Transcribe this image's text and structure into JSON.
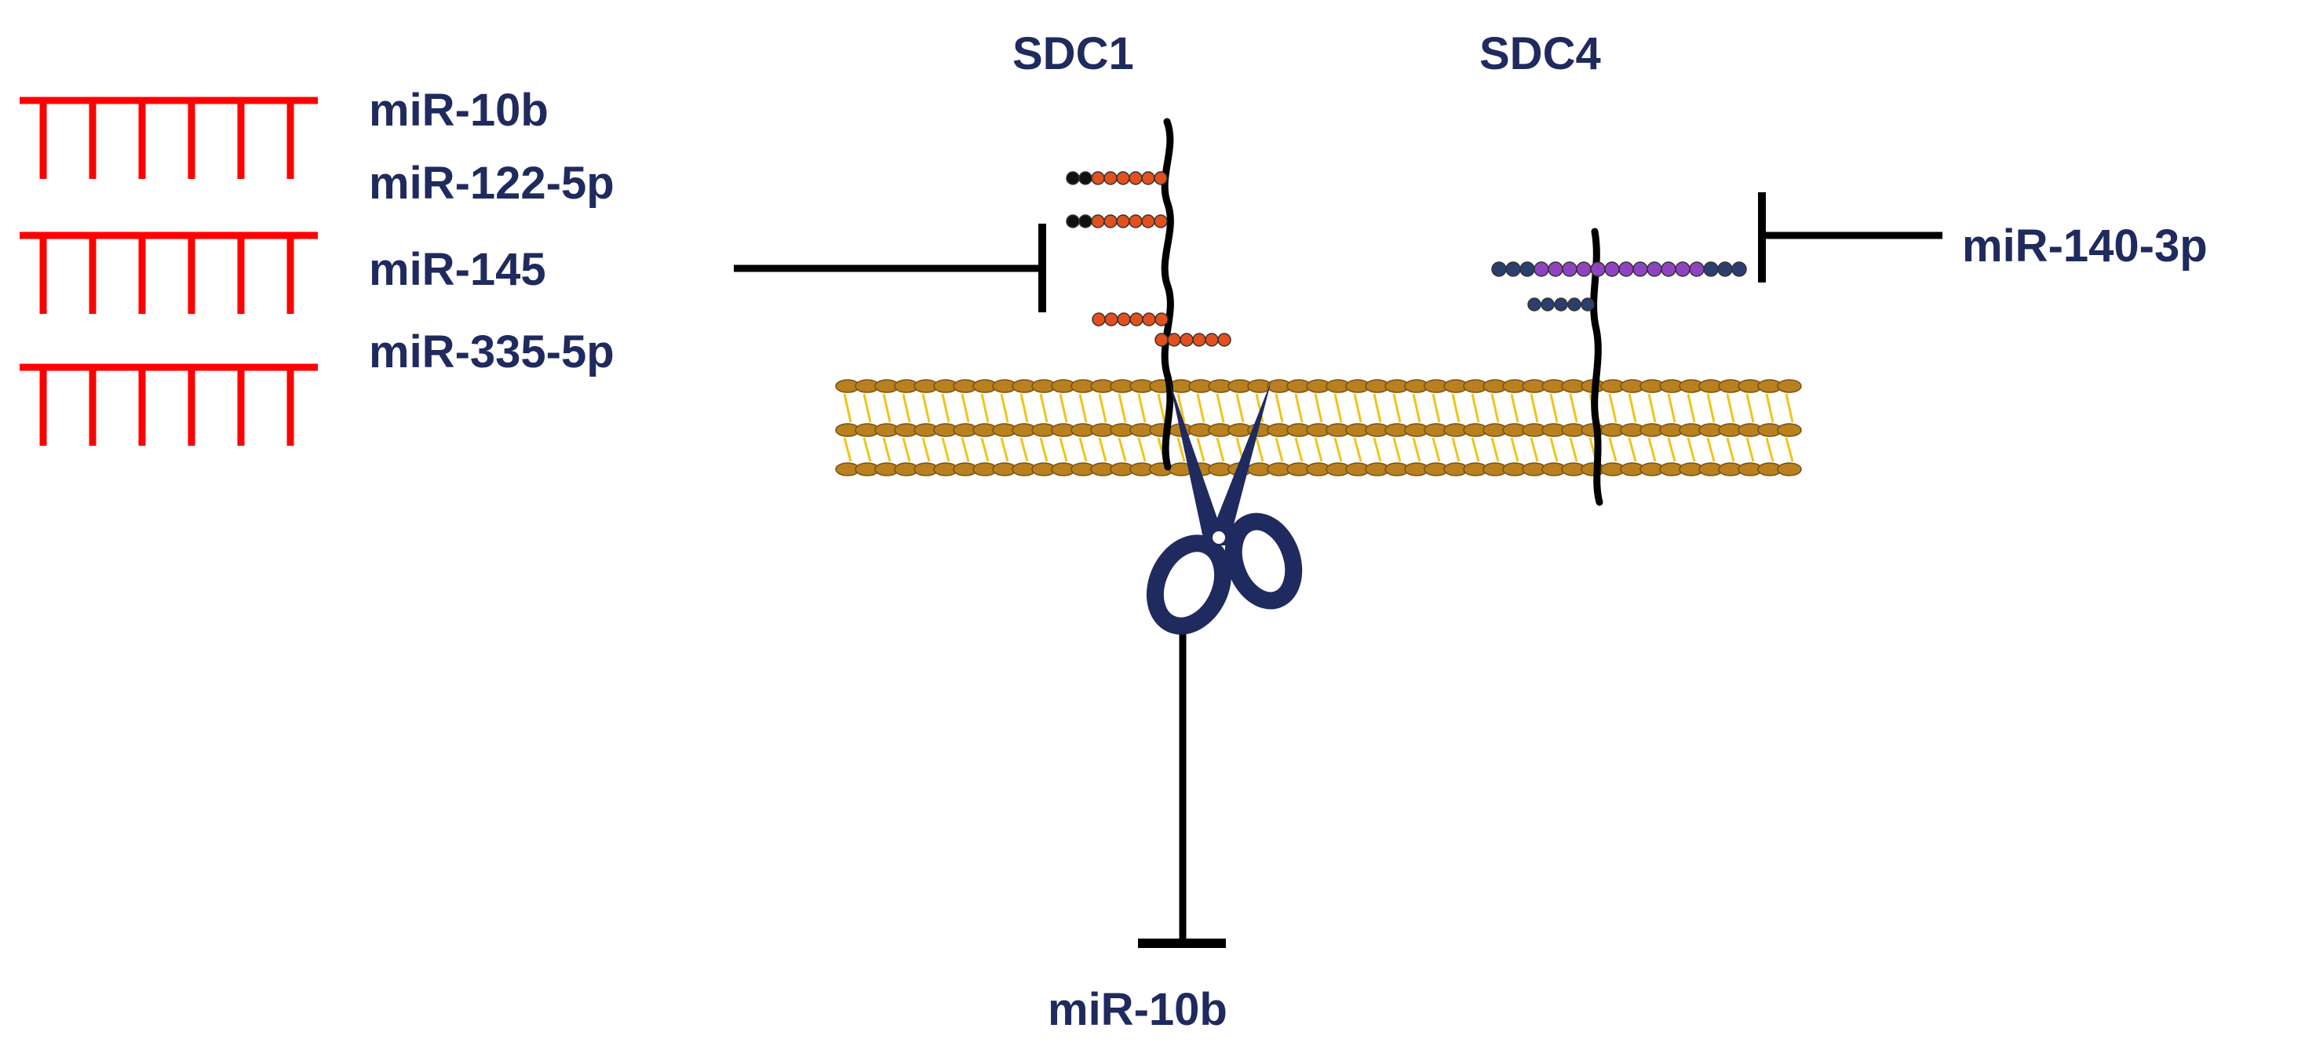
{
  "labels": {
    "sdc1": "SDC1",
    "sdc4": "SDC4",
    "mir_list": [
      "miR-10b",
      "miR-122-5p",
      "miR-145",
      "miR-335-5p"
    ],
    "mir_140": "miR-140-3p",
    "mir_bottom": "miR-10b"
  },
  "colors": {
    "text": "#1f2a5e",
    "mirna_hairpin": "#ff0000",
    "inhibition_line": "#000000",
    "membrane_head": "#b8801e",
    "membrane_tail": "#f0c419",
    "gag_orange": "#e2501d",
    "gag_black": "#111111",
    "gag_purple": "#8e44c0",
    "gag_navy": "#2a3f6e",
    "scissors": "#1f2a5e"
  },
  "icons": [
    "mirna-hairpin-icon",
    "scissors-icon",
    "inhibition-bar-icon"
  ]
}
